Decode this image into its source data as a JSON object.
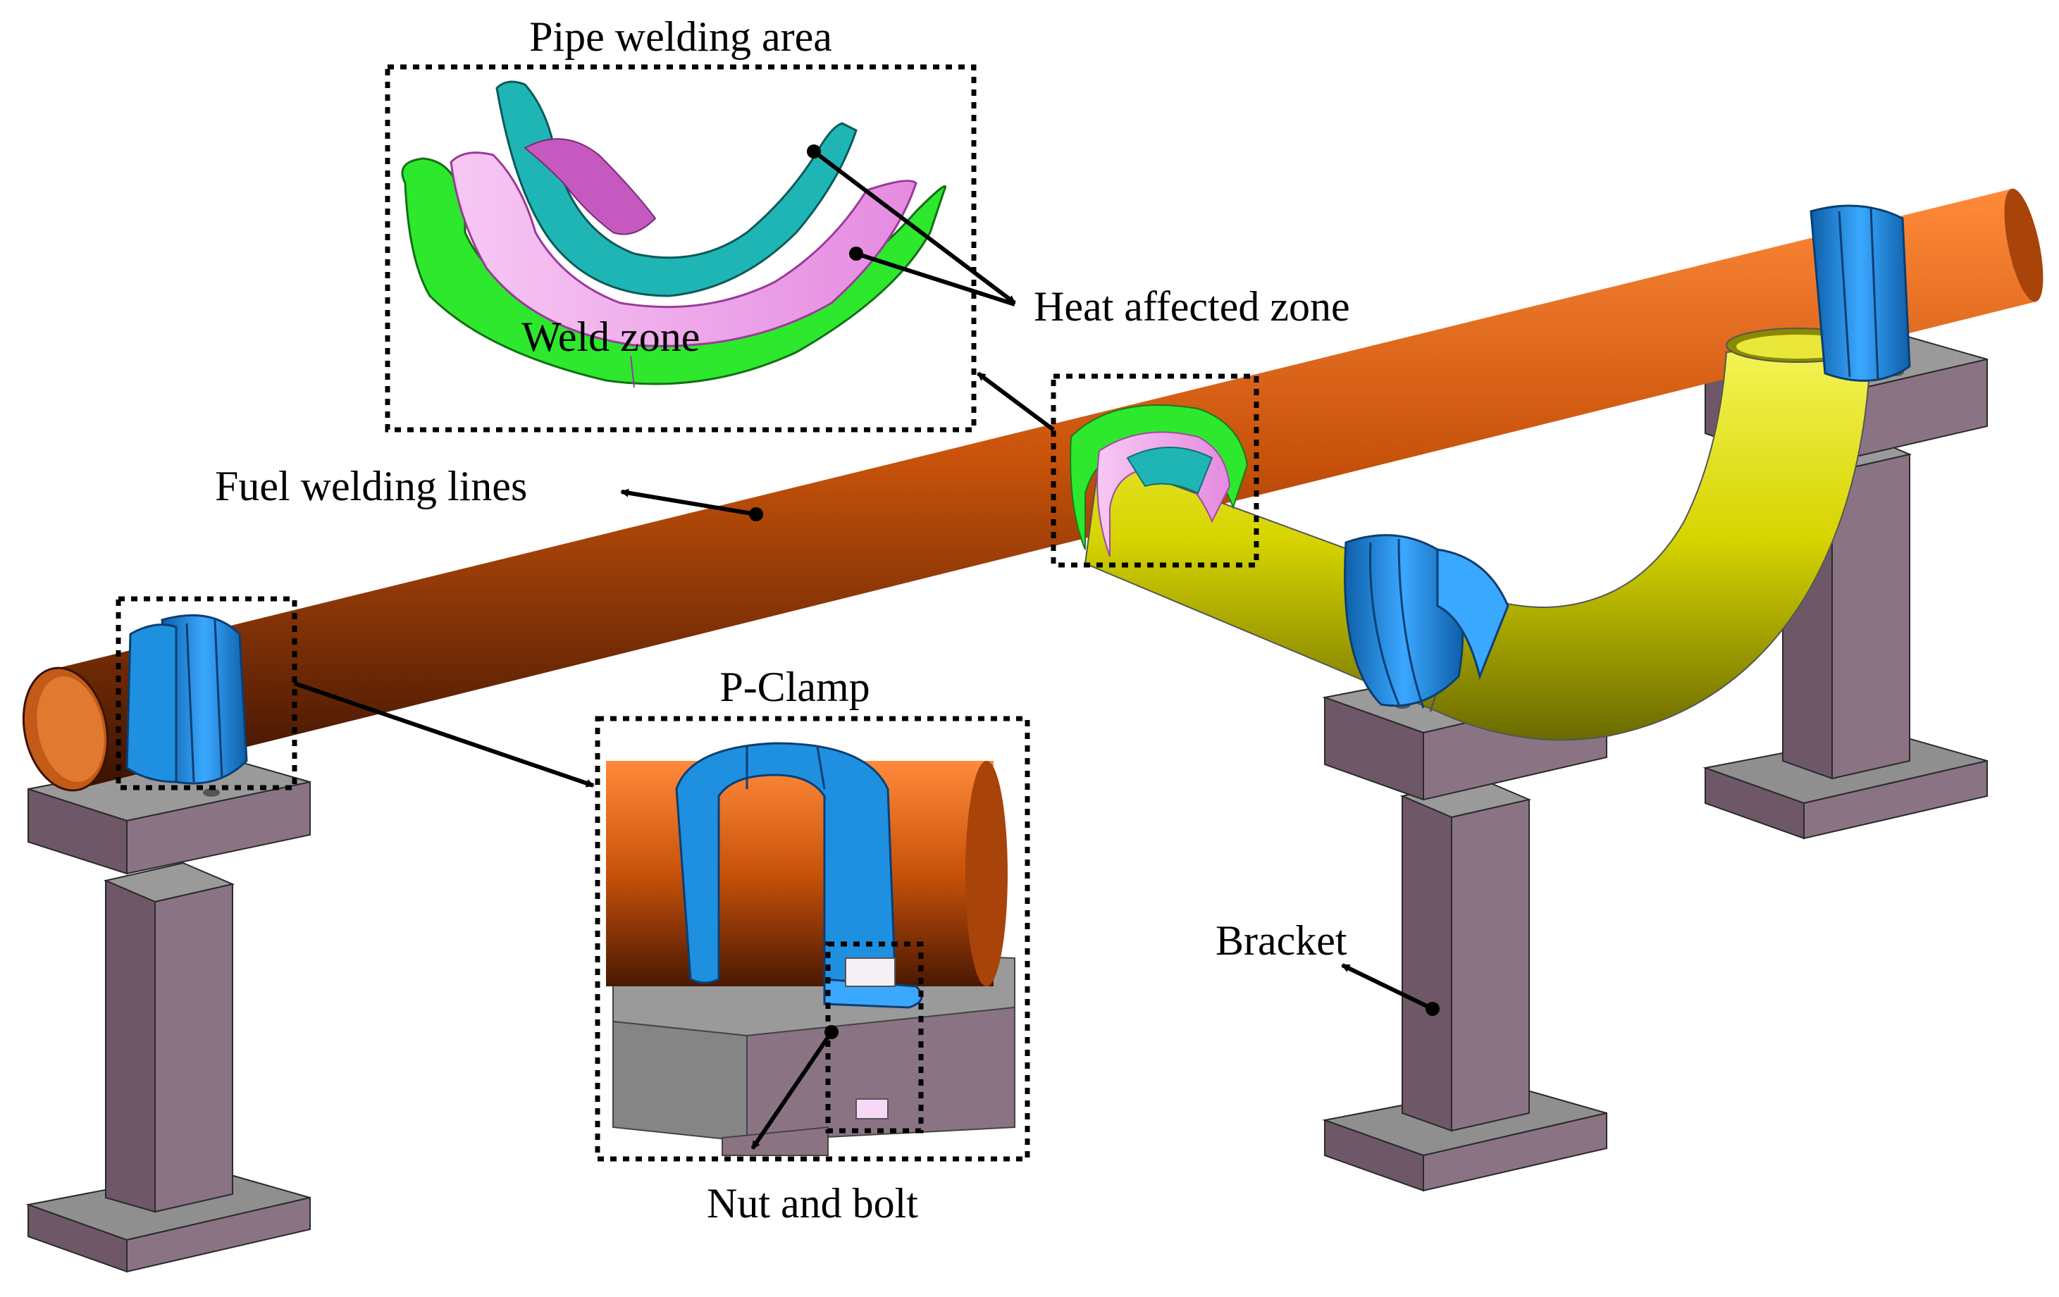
{
  "labels": {
    "pipe_welding_area": "Pipe welding area",
    "heat_affected_zone": "Heat affected zone",
    "weld_zone": "Weld zone",
    "fuel_welding_lines": "Fuel welding lines",
    "p_clamp": "P-Clamp",
    "nut_and_bolt": "Nut and bolt",
    "bracket": "Bracket"
  },
  "colors": {
    "pipe_orange": "#c8520a",
    "pipe_yellow": "#d6d400",
    "clamp_blue": "#1f8fe0",
    "weld_pink": "#f2a6ee",
    "haz_green": "#2ee82e",
    "haz_teal": "#1fb5b5",
    "bracket_purple": "#6e5868",
    "bracket_gray": "#8f8f8f"
  }
}
